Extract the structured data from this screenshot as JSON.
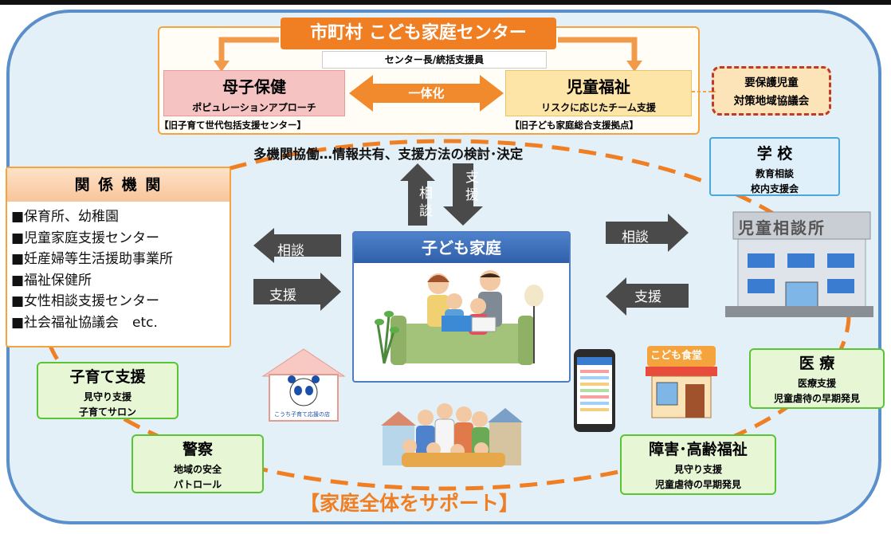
{
  "center": {
    "title": "市町村 こども家庭センター",
    "subtitle": "センター長/統括支援員",
    "left_title": "母子保健",
    "left_sub": "ポピュレーションアプローチ",
    "left_caption": "【旧子育て世代包括支援センター】",
    "right_title": "児童福祉",
    "right_sub": "リスクに応じたチーム支援",
    "right_caption": "【旧子ども家庭総合支援拠点】",
    "middle_label": "一体化"
  },
  "council": {
    "line1": "要保護児童",
    "line2": "対策地域協議会"
  },
  "collab_text": "多機関協働…情報共有、支援方法の検討･決定",
  "family_title": "子ども家庭",
  "labels": {
    "soudan": "相談",
    "shien": "支援",
    "sou": "相",
    "dan": "談",
    "shi": "支",
    "en": "援"
  },
  "agencies": {
    "title": "関 係 機 関",
    "items": [
      "■保育所、幼稚園",
      "■児童家庭支援センター",
      "■妊産婦等生活援助事業所",
      "■福祉保健所",
      "■女性相談支援センター",
      "■社会福祉協議会　etc."
    ]
  },
  "school": {
    "title": "学 校",
    "line1": "教育相談",
    "line2": "校内支援会"
  },
  "jisou": {
    "sign": "児童相談所"
  },
  "kosodate": {
    "title": "子育て支援",
    "line1": "見守り支援",
    "line2": "子育てサロン"
  },
  "police": {
    "title": "警察",
    "line1": "地域の安全",
    "line2": "パトロール"
  },
  "medical": {
    "title": "医 療",
    "line1": "医療支援",
    "line2": "児童虐待の早期発見"
  },
  "disability": {
    "title": "障害･高齢福祉",
    "line1": "見守り支援",
    "line2": "児童虐待の早期発見"
  },
  "kodomo_shokudo": {
    "sign": "こども食堂"
  },
  "shop_sign": "こうち子育て応援の店",
  "bottom_banner": "【家庭全体をサポート】"
}
